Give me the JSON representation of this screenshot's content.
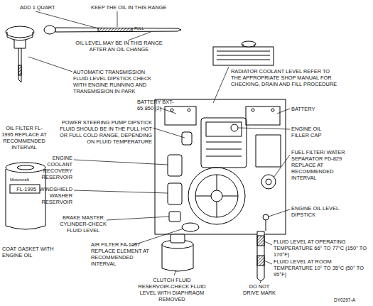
{
  "diagram": {
    "labels": [
      "ADD 1 QUART",
      "KEEP THE OIL IN THIS RANGE",
      "FULL",
      "OIL LEVEL MAY BE IN THIS RANGE AFTER AN OIL CHANGE",
      "AUTOMATIC TRANSMISSION FLUID LEVEL DIPSTICK CHECK WITH ENGINE RUNNING AND TRANSMISSION IN PARK",
      "RADIATOR COOLANT LEVEL REFER TO THE APPROPRIATE SHOP MANUAL FOR CHECKING, DRAIN AND FILL PROCEDURE",
      "BATTERY BXT-65-850 (2)",
      "BATTERY",
      "POWER STEERING PUMP DIPSTICK FLUID SHOULD BE IN THE FULL HOT OR FULL COLD RANGE, DEPENDING ON FLUID TEMPERATURE",
      "ENGINE OIL FILLER CAP",
      "OIL FILTER FL-1995 REPLACE AT RECOMMENDED INTERVAL",
      "ENGINE COOLANT RECOVERY RESERVOIR",
      "FUEL FILTER/ WATER SEPARATOR FD-829 REPLACE AT RECOMMENDED INTERVAL",
      "WINDSHIELD WASHER RESERVOIR",
      "Motorcraft",
      "FL-1995",
      "ENGINE OIL LEVEL DIPSTICK",
      "BRAKE MASTER CYLINDER-CHECK FLUID LEVEL",
      "AIR FILTER FA-1057 REPLACE ELEMENT AT RECOMMENDED INTERVAL",
      "FLUID LEVEL AT OPERATING TEMPERATURE 66° TO 77°C (150° TO 170°F)",
      "FLUID LEVEL AT ROOM TEMPERATURE 10° TO 35°C (50° TO 95°F)",
      "COAT GASKET WITH ENGINE OIL",
      "CLUTCH FLUID RESERVOIR-CHECK FLUID LEVEL WITH DIAPHRAGM REMOVED",
      "DO NOT DRIVE MARK",
      "DY0297-A"
    ]
  }
}
